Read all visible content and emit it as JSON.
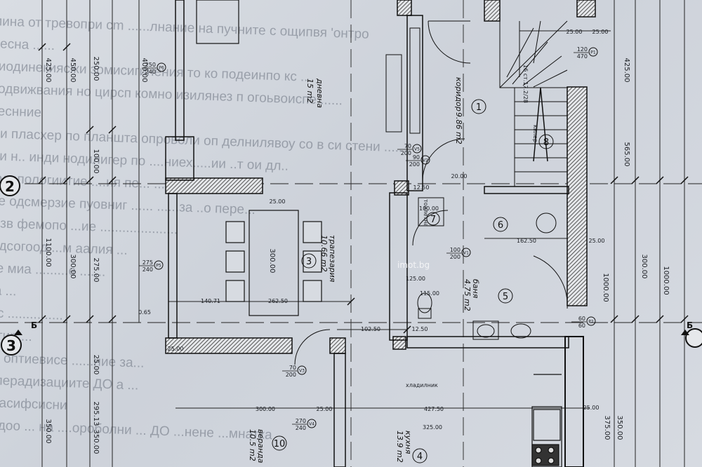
{
  "background_text": [
    "",
    "мина от трeвопри сm ......лнание на пучните с ощипвя 'онтро",
    "лесна ......",
    "чиодинекиясжи зомисигинения то ко подеинпо кс ...",
    "подвижвания но цирсп комно изилянез п огоьвоиспе ......",
    "леснние",
    "п.и пласхер по планшта опроволи оп делнилявоу со в си стени .....",
    "...и н.. инди нодилигер по ....ниех.....ии ..т ои дл..",
    "подопологиитие ....ия пе... ...",
    "-ве одсмерзие пуовниг ...... ......за ..о пере...",
    "сизв фемопо ...ие .....................",
    "хедсогоод ...м аалия ...",
    "-ее миа .........е .......",
    "-за ...",
    "-з с ...............",
    "-з тир ...",
    "-са оптиевисе ......ние за...",
    "реперадизациите ДО а ...",
    "-ниасифсисни",
    "-рвдоо ... на ....ороболни ... ДО ...нене ...мнатка"
  ],
  "watermark": "imot.bg",
  "axes": [
    {
      "label": "2"
    },
    {
      "label": "3"
    }
  ],
  "section_marks": [
    {
      "label": "Б"
    },
    {
      "label": "Б"
    }
  ],
  "rooms": [
    {
      "num": "",
      "name": "дневна",
      "area": "15 m2"
    },
    {
      "num": "1",
      "name": "коридор",
      "area": "9.86 m2"
    },
    {
      "num": "3",
      "name": "трапезария",
      "area": "10.66 m2"
    },
    {
      "num": "5",
      "name": "баня",
      "area": "4.75 m2"
    },
    {
      "num": "6",
      "name": "",
      "area": ""
    },
    {
      "num": "7",
      "name": "тоалетна",
      "area": ""
    },
    {
      "num": "8",
      "name": "килер",
      "area": ""
    },
    {
      "num": "10",
      "name": "веранда",
      "area": "10.5 m2"
    },
    {
      "num": "4",
      "name": "кухня",
      "area": "13.9 m2"
    }
  ],
  "stair_label": "16 ст.17.2/28",
  "wardrobe_label": "хладилник",
  "openings": [
    {
      "tag": "P6",
      "w": "250",
      "h": "240"
    },
    {
      "tag": "P5",
      "w": "275",
      "h": "240"
    },
    {
      "tag": "P1",
      "w": "120",
      "h": "470"
    },
    {
      "tag": "P2",
      "w": "60",
      "h": "60"
    },
    {
      "tag": "V1",
      "w": "100",
      "h": "200"
    },
    {
      "tag": "V2",
      "w": "90",
      "h": "200"
    },
    {
      "tag": "V3",
      "w": "70",
      "h": "200"
    },
    {
      "tag": "V4",
      "w": "270",
      "h": "240"
    },
    {
      "tag": "V5",
      "w": "70",
      "h": "200"
    }
  ],
  "dimensions": {
    "left_outer": [
      "425.00",
      "1100.00",
      "350.00"
    ],
    "left_mid": [
      "450.00",
      "300.00"
    ],
    "left_inner": [
      "250.00",
      "100.00",
      "275.00",
      "25.00",
      "295.13",
      "350.00"
    ],
    "left_room": [
      "400.00",
      "300.00"
    ],
    "right_outer": [
      "425.00",
      "565.00",
      "1000.00",
      "1000.00",
      "375.00"
    ],
    "right_inner": [
      "300.00",
      "350.00"
    ],
    "horizontal": [
      "25.00",
      "25.00",
      "140.71",
      "262.50",
      "102.50",
      "12.50",
      "162.50",
      "25.00",
      "300.00",
      "25.00",
      "427.50",
      "25.00",
      "25.00",
      "25.00",
      "115.00",
      "100.00",
      "325.00",
      "125.00",
      "20.00",
      "12.50",
      "0.65"
    ]
  }
}
